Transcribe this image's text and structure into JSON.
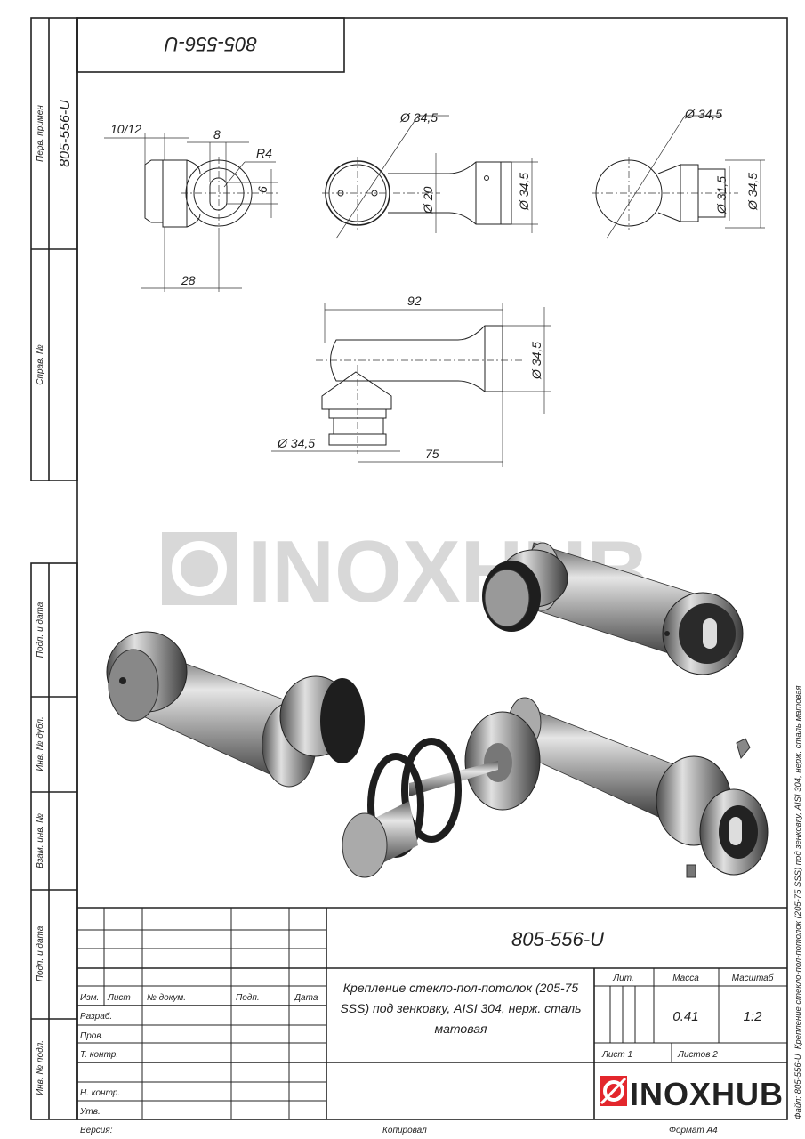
{
  "top_stamp": "805-556-U",
  "side_strip": {
    "perv_primen_label": "Перв. примен",
    "perv_primen_value": "805-556-U",
    "sprav_label": "Справ. №",
    "podp_data_label_1": "Подп. и дата",
    "inv_dubl_label": "Инв. № дубл.",
    "vzam_inv_label": "Взам. инв. №",
    "podp_data_label_2": "Подп. и дата",
    "inv_podl_label": "Инв. № подл."
  },
  "dimensions": {
    "v1": [
      "10/12",
      "8",
      "R4",
      "6",
      "28"
    ],
    "v2": [
      "Ø 34,5",
      "Ø 20",
      "Ø 34,5"
    ],
    "v3": [
      "Ø 34,5",
      "Ø 31,5",
      "Ø 34,5"
    ],
    "v4": [
      "92",
      "Ø 34,5",
      "Ø 34,5",
      "75"
    ]
  },
  "watermark": "INOXHUB",
  "title_block": {
    "designation": "805-556-U",
    "description": [
      "Крепление стекло-пол-потолок (205-75",
      "SSS) под зенковку, AISI 304, нерж. сталь",
      "матовая"
    ],
    "columns": [
      "Изм.",
      "Лист",
      "№ докум.",
      "Подп.",
      "Дата"
    ],
    "roles": [
      "Разраб.",
      "Пров.",
      "Т. контр.",
      "Н. контр.",
      "Утв."
    ],
    "lit_label": "Лит.",
    "mass_label": "Масса",
    "scale_label": "Масштаб",
    "mass_value": "0.41",
    "scale_value": "1:2",
    "sheet": "Лист 1",
    "sheets": "Листов 2",
    "logo_text": "INOXHUB",
    "brand_color": "#e3262c"
  },
  "footer": {
    "version": "Версия:",
    "copied": "Копировал",
    "format": "Формат А4"
  },
  "file_caption": "Файл: 805-556-U_Крепление стекло-пол-потолок (205-75 SSS) под зенковку, AISI 304, нерж. сталь матовая"
}
